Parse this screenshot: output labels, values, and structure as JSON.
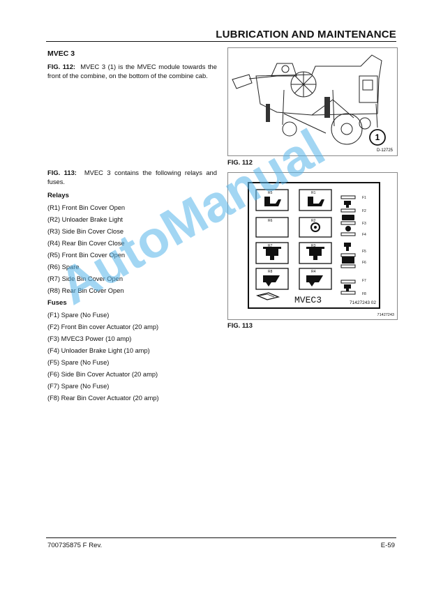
{
  "header": {
    "title": "LUBRICATION AND MAINTENANCE"
  },
  "section": {
    "title": "MVEC 3",
    "fig112_para": {
      "label": "FIG. 112:",
      "text": "MVEC 3 (1) is the MVEC module towards the front of the combine, on the bottom of the combine cab."
    },
    "fig113_para": {
      "label": "FIG. 113:",
      "text": "MVEC 3 contains the following relays and fuses."
    },
    "relays_title": "Relays",
    "relays": [
      "(R1)  Front Bin Cover Open",
      "(R2)  Unloader Brake Light",
      "(R3)  Side Bin Cover Close",
      "(R4)  Rear Bin Cover Close",
      "(R5)  Front Bin Cover Open",
      "(R6)  Spare",
      "(R7)  Side Bin Cover Open",
      "(R8)  Rear Bin Cover Open"
    ],
    "fuses_title": "Fuses",
    "fuses": [
      "(F1)  Spare (No Fuse)",
      "(F2)  Front Bin cover Actuator (20 amp)",
      "(F3)  MVEC3 Power (10 amp)",
      "(F4)  Unloader Brake Light (10 amp)",
      "(F5)  Spare (No Fuse)",
      "(F6)  Side Bin Cover Actuator (20 amp)",
      "(F7)  Spare (No Fuse)",
      "(F8)  Rear Bin Cover Actuator (20 amp)"
    ]
  },
  "fig112": {
    "caption": "FIG. 112",
    "callout": "1",
    "ref": "D-12725"
  },
  "fig113": {
    "caption": "FIG. 113",
    "ref": "71427243",
    "decal_title": "MVEC3",
    "decal_part": "71427243 02",
    "relay_labels": [
      "R5",
      "R1",
      "R6",
      "R2",
      "R7",
      "R3",
      "R8",
      "R4"
    ],
    "fuse_labels": [
      "F1",
      "F2",
      "F3",
      "F4",
      "F5",
      "F6",
      "F7",
      "F8"
    ]
  },
  "watermark": "AutoManual",
  "footer": {
    "doc_number": "700735875 F Rev.",
    "page": "E-59"
  }
}
